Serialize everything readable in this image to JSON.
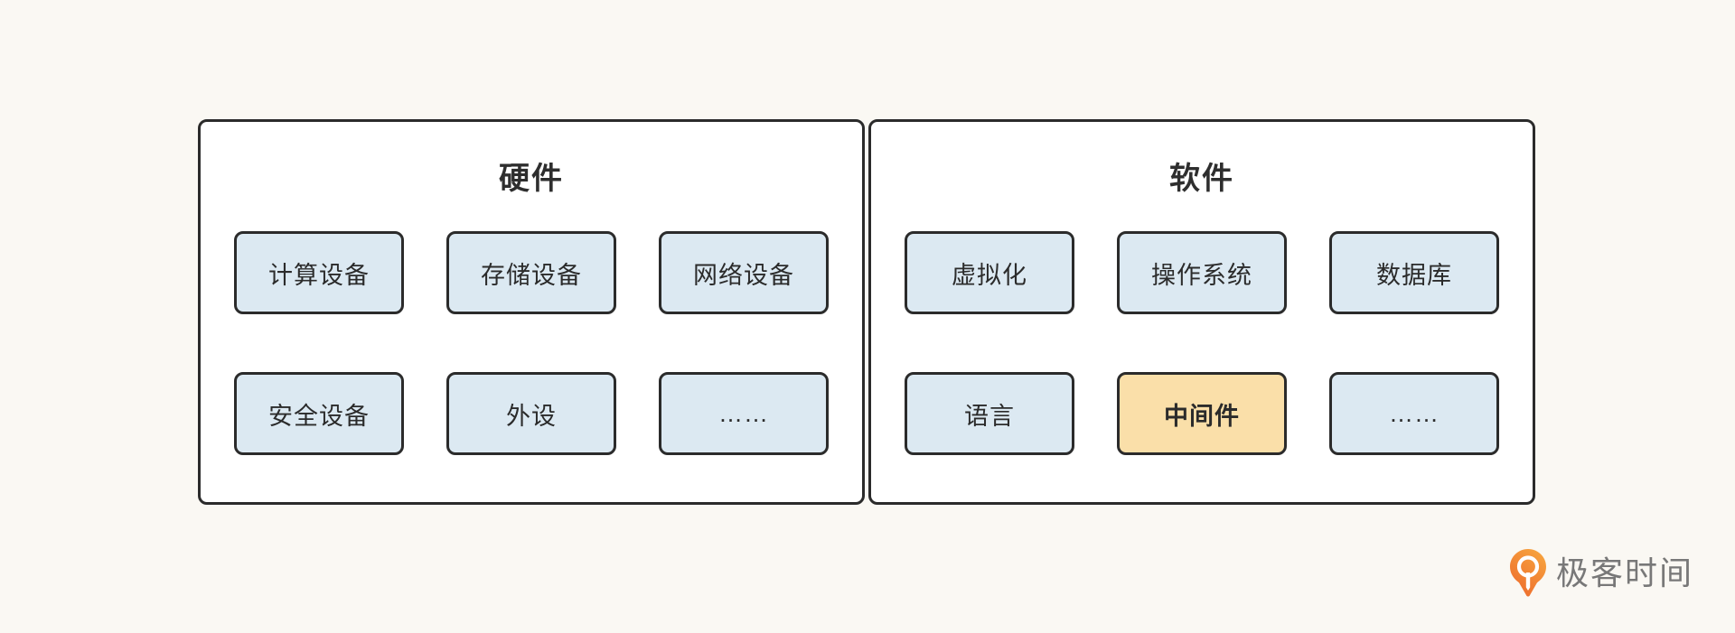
{
  "panels": [
    {
      "title": "硬件",
      "items": [
        {
          "label": "计算设备",
          "highlight": false
        },
        {
          "label": "存储设备",
          "highlight": false
        },
        {
          "label": "网络设备",
          "highlight": false
        },
        {
          "label": "安全设备",
          "highlight": false
        },
        {
          "label": "外设",
          "highlight": false
        },
        {
          "label": "……",
          "highlight": false
        }
      ]
    },
    {
      "title": "软件",
      "items": [
        {
          "label": "虚拟化",
          "highlight": false
        },
        {
          "label": "操作系统",
          "highlight": false
        },
        {
          "label": "数据库",
          "highlight": false
        },
        {
          "label": "语言",
          "highlight": false
        },
        {
          "label": "中间件",
          "highlight": true
        },
        {
          "label": "……",
          "highlight": false
        }
      ]
    }
  ],
  "logo": {
    "text": "极客时间",
    "icon": "geektime-pin-icon"
  },
  "colors": {
    "background": "#FAF8F3",
    "panel_fill": "#FFFFFF",
    "border": "#2B2B2B",
    "box_fill": "#DCE9F2",
    "box_highlight_fill": "#FADFA9",
    "logo_orange_light": "#F7A43E",
    "logo_orange_dark": "#ED6B2C",
    "logo_text_color": "#787878"
  }
}
